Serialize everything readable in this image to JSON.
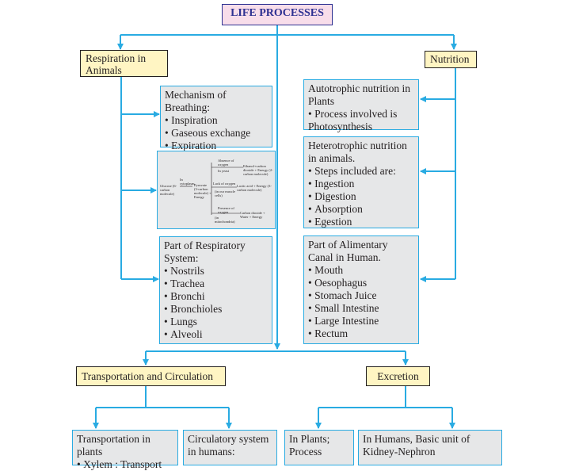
{
  "title": "LIFE PROCESSES",
  "respiration": {
    "heading": "Respiration in Animals",
    "mechanism": {
      "title": "Mechanism of Breathing:",
      "items": [
        "Inspiration",
        "Gaseous exchange",
        "Expiration"
      ]
    },
    "pathway": {
      "glucose": "Glucose (6-carbon molecule)",
      "in_cytoplasm": "In cytoplasm",
      "pyruvate": "Pyruvate (3-carbon molecule) + Energy",
      "presence_oxygen": "Absence of oxygen",
      "in_yeast": "In yeast",
      "ethanol": "Ethanol+carbon dioxide + Energy (2-carbon molecule)",
      "lack_oxygen": "Lack of oxygen",
      "muscle_cells": "(in our muscle cells)",
      "lactic": "Lactic acid + Energy (3-carbon molecule)",
      "presence_oxygen2": "Presence of oxygen",
      "mitochondria": "(in mitochondria)",
      "co2": "Carbon dioxide + Water + Energy"
    },
    "parts": {
      "title": "Part of Respiratory System:",
      "items": [
        "Nostrils",
        "Trachea",
        "Bronchi",
        "Bronchioles",
        "Lungs",
        "Alveoli"
      ]
    }
  },
  "nutrition": {
    "heading": "Nutrition",
    "autotrophic": {
      "title": "Autotrophic nutrition in Plants",
      "items": [
        "Process involved is Photosynthesis"
      ]
    },
    "heterotrophic": {
      "title": "Heterotrophic nutrition in animals.",
      "items": [
        "Steps included are:",
        "Ingestion",
        "Digestion",
        "Absorption",
        "Egestion"
      ]
    },
    "canal": {
      "title": "Part of Alimentary Canal in Human.",
      "items": [
        "Mouth",
        "Oesophagus",
        "Stomach Juice",
        "Small Intestine",
        "Large Intestine",
        "Rectum"
      ]
    }
  },
  "transport": {
    "heading": "Transportation and Circulation",
    "plants": {
      "title": "Transportation in plants",
      "items": [
        "Xylem : Transport"
      ]
    },
    "humans": {
      "title": "Circulatory system in humans:"
    }
  },
  "excretion": {
    "heading": "Excretion",
    "plants": {
      "title": "In Plants; Process"
    },
    "humans": {
      "title": "In Humans, Basic unit of Kidney-Nephron"
    }
  },
  "colors": {
    "line": "#29abe2",
    "box_fill": "#e6e7e8",
    "header_fill": "#fff5c3",
    "title_fill": "#f8ddea",
    "title_text": "#2e3192"
  }
}
